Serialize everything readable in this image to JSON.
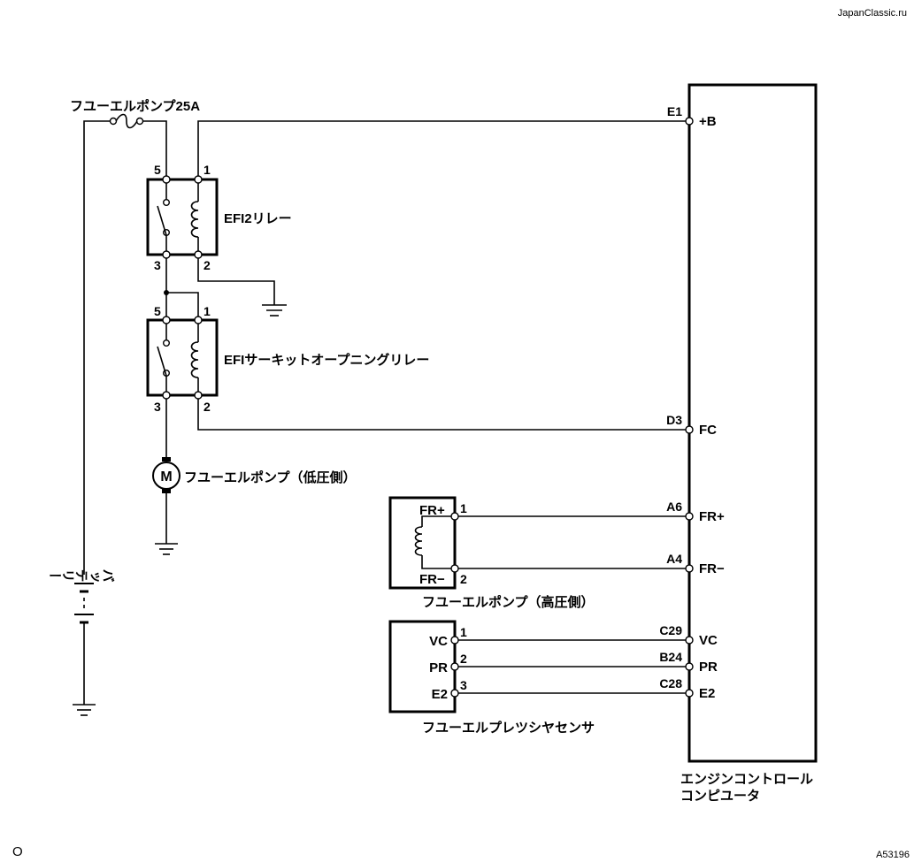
{
  "watermark": "JapanClassic.ru",
  "figure_id": "A53196",
  "page_mark": "O",
  "fuse": {
    "label": "フユーエルポンプ25A"
  },
  "battery": {
    "label": "バッテリー"
  },
  "efi2_relay": {
    "label": "EFI2リレー",
    "pins": [
      "5",
      "1",
      "3",
      "2"
    ]
  },
  "circuit_opening_relay": {
    "label": "EFIサーキットオープニングリレー",
    "pins": [
      "5",
      "1",
      "3",
      "2"
    ]
  },
  "low_pressure_pump": {
    "symbol": "M",
    "label": "フユーエルポンプ（低圧側）"
  },
  "high_pressure_pump": {
    "label": "フユーエルポンプ（高圧側）",
    "terminals": [
      "FR+",
      "FR−"
    ],
    "pins": [
      "1",
      "2"
    ]
  },
  "pressure_sensor": {
    "label": "フユーエルプレツシヤセンサ",
    "terminals": [
      "VC",
      "PR",
      "E2"
    ],
    "pins": [
      "1",
      "2",
      "3"
    ]
  },
  "ecu": {
    "label_line1": "エンジンコントロール",
    "label_line2": "コンピユータ",
    "connectors": [
      {
        "pin": "E1",
        "signal": "+B"
      },
      {
        "pin": "D3",
        "signal": "FC"
      },
      {
        "pin": "A6",
        "signal": "FR+"
      },
      {
        "pin": "A4",
        "signal": "FR−"
      },
      {
        "pin": "C29",
        "signal": "VC"
      },
      {
        "pin": "B24",
        "signal": "PR"
      },
      {
        "pin": "C28",
        "signal": "E2"
      }
    ]
  }
}
